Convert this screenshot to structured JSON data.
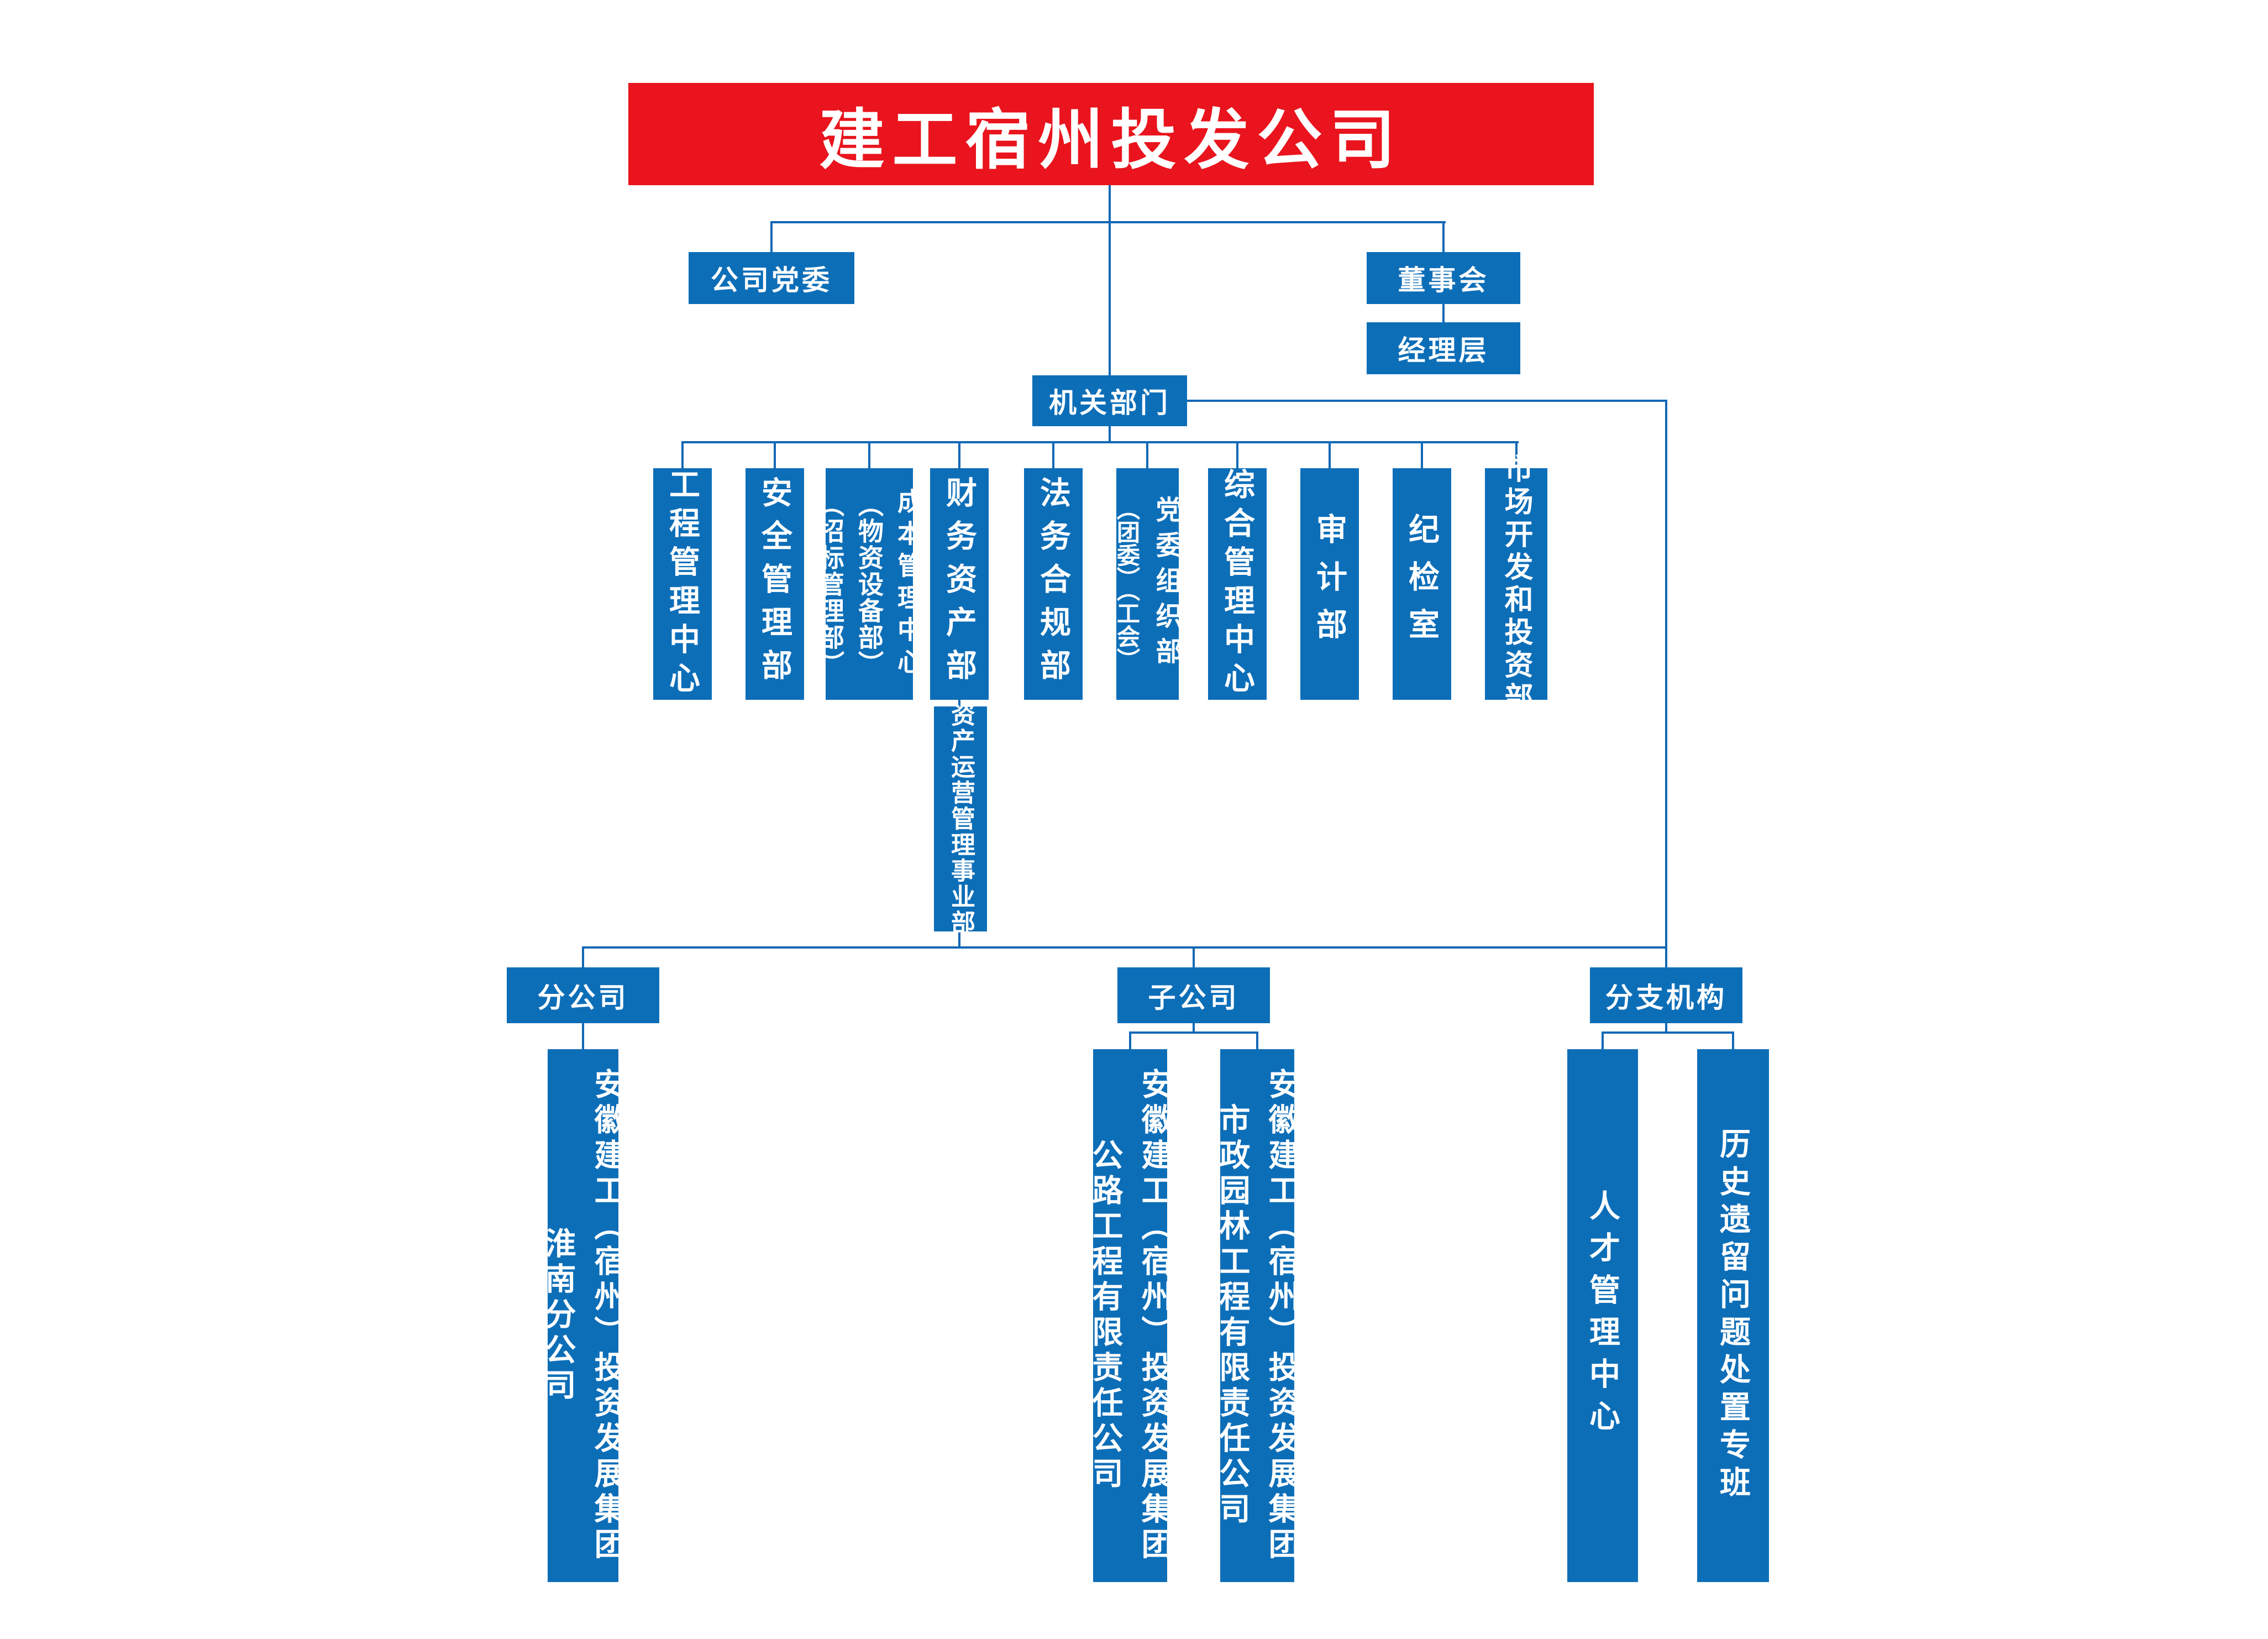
{
  "colors": {
    "brand_red": "#e9141d",
    "brand_blue": "#0d6eb8",
    "connector_blue": "#1268b5"
  },
  "root": {
    "label": "建工宿州投发公司"
  },
  "governance": {
    "party_committee": "公司党委",
    "board": "董事会",
    "management": "经理层"
  },
  "office": {
    "label": "机关部门"
  },
  "departments": [
    {
      "cols": [
        "工程管理中心"
      ]
    },
    {
      "cols": [
        "安全管理部"
      ]
    },
    {
      "cols": [
        "成本管理中心",
        "（物资设备部）",
        "（招标管理部）"
      ]
    },
    {
      "cols": [
        "财务资产部"
      ]
    },
    {
      "cols": [
        "法务合规部"
      ]
    },
    {
      "cols": [
        "党委组织部",
        "（团委）（工会）"
      ]
    },
    {
      "cols": [
        "综合管理中心"
      ]
    },
    {
      "cols": [
        "审计部"
      ]
    },
    {
      "cols": [
        "纪检室"
      ]
    },
    {
      "cols": [
        "市场开发和投资部"
      ]
    }
  ],
  "asset_operation_dept": {
    "cols": [
      "资产运营管理事业部"
    ]
  },
  "branch_sections": {
    "branch_company": "分公司",
    "subsidiary": "子公司",
    "branch_org": "分支机构"
  },
  "companies": {
    "huainan_branch": {
      "cols": [
        "安徽建工（宿州）投资发展集团",
        "淮南分公司"
      ]
    },
    "highway": {
      "cols": [
        "安徽建工（宿州）投资发展集团",
        "公路工程有限责任公司"
      ]
    },
    "municipal_garden": {
      "cols": [
        "安徽建工（宿州）投资发展集团",
        "市政园林工程有限责任公司"
      ]
    },
    "talent_center": {
      "cols": [
        "人才管理中心"
      ]
    },
    "legacy_taskforce": {
      "cols": [
        "历史遗留问题处置专班"
      ]
    }
  }
}
